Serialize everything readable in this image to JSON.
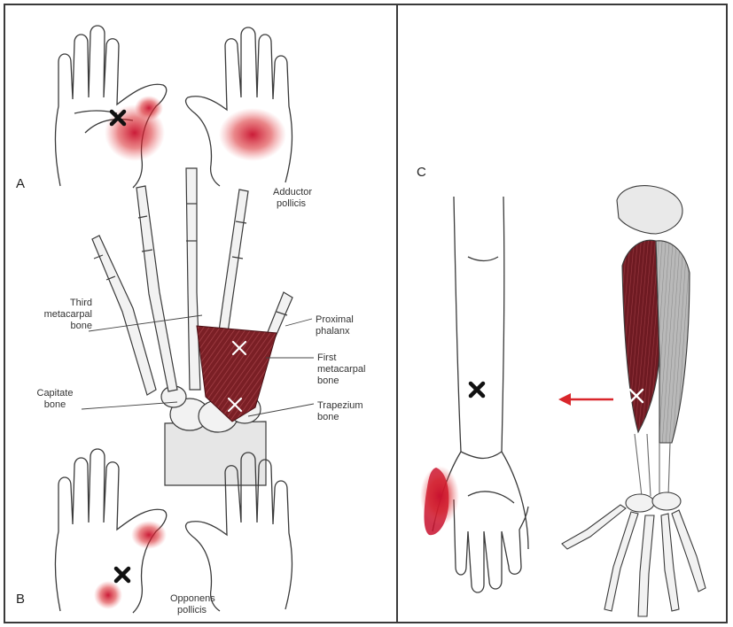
{
  "panels": {
    "a": "A",
    "b": "B",
    "c": "C"
  },
  "labels": {
    "adductor_line1": "Adductor",
    "adductor_line2": "pollicis",
    "opponens_line1": "Opponens",
    "opponens_line2": "pollicis",
    "third_meta_1": "Third",
    "third_meta_2": "metacarpal",
    "third_meta_3": "bone",
    "capitate_1": "Capitate",
    "capitate_2": "bone",
    "proximal_1": "Proximal",
    "proximal_2": "phalanx",
    "first_meta_1": "First",
    "first_meta_2": "metacarpal",
    "first_meta_3": "bone",
    "trapezium_1": "Trapezium",
    "trapezium_2": "bone"
  },
  "colors": {
    "referral_red": "#d9262b",
    "muscle": "#7a1f25",
    "outline": "#3a3a3a",
    "bone_fill": "#f2f2f2",
    "marker_black": "#111111",
    "marker_white": "#ffffff"
  },
  "icons": {
    "trigger_marker": "x-mark",
    "direction": "arrow-left"
  }
}
